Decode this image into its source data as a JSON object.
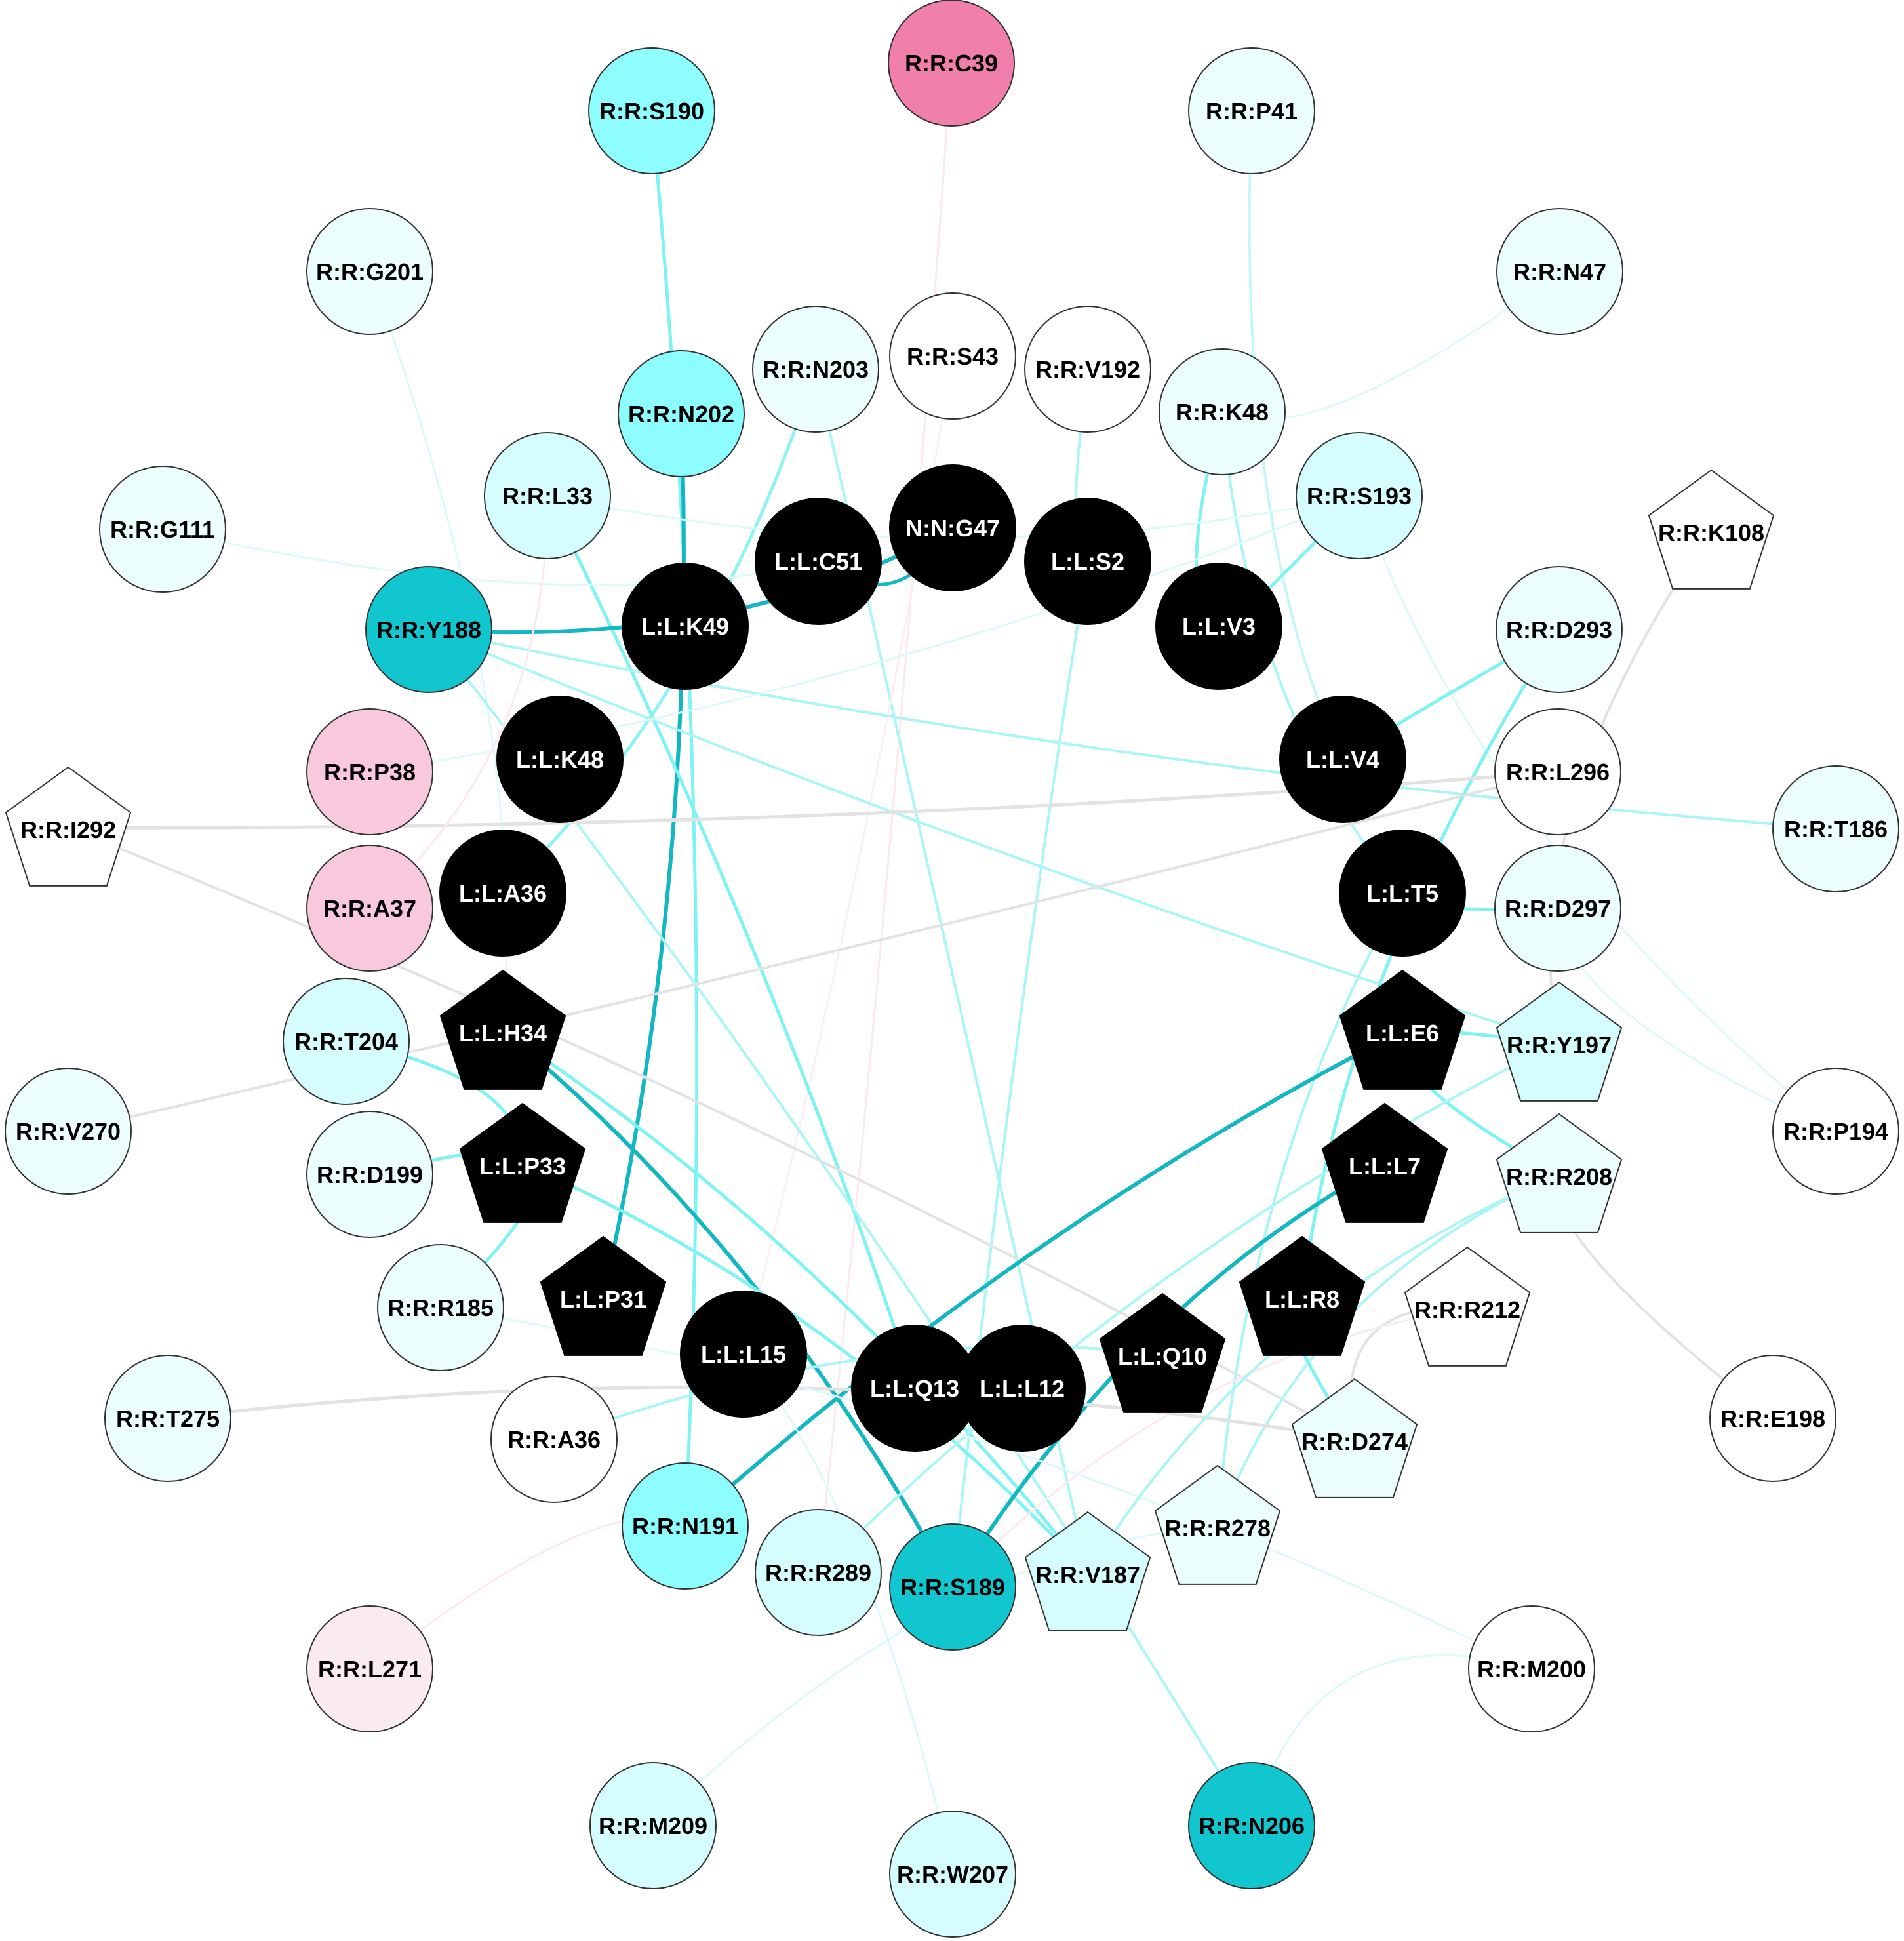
{
  "colors": {
    "ligand_fill": "#000000",
    "ligand_text": "#ffffff",
    "residue_text": "#000000",
    "node_stroke": "#333333",
    "edge_gray": "#e2e2e2"
  },
  "nodes": [
    {
      "id": "R:R:C39",
      "shape": "circle",
      "fill": "#f07fab"
    },
    {
      "id": "R:R:S190",
      "shape": "circle",
      "fill": "#8dfdfd"
    },
    {
      "id": "R:R:P41",
      "shape": "circle",
      "fill": "#ebfdfd"
    },
    {
      "id": "R:R:G201",
      "shape": "circle",
      "fill": "#ebfdfd"
    },
    {
      "id": "R:R:N47",
      "shape": "circle",
      "fill": "#ebfdfd"
    },
    {
      "id": "R:R:N203",
      "shape": "circle",
      "fill": "#ebfdfd"
    },
    {
      "id": "R:R:S43",
      "shape": "circle",
      "fill": "#ffffff"
    },
    {
      "id": "R:R:V192",
      "shape": "circle",
      "fill": "#ffffff"
    },
    {
      "id": "R:R:N202",
      "shape": "circle",
      "fill": "#8dfdfd"
    },
    {
      "id": "R:R:K48",
      "shape": "circle",
      "fill": "#ebfdfd"
    },
    {
      "id": "R:R:L33",
      "shape": "circle",
      "fill": "#d6fdfd"
    },
    {
      "id": "N:N:G47",
      "shape": "circle",
      "fill": "#000000",
      "ligand": true
    },
    {
      "id": "R:R:S193",
      "shape": "circle",
      "fill": "#d6fdfd"
    },
    {
      "id": "R:R:K108",
      "shape": "pentagon",
      "fill": "#ffffff"
    },
    {
      "id": "R:R:G111",
      "shape": "circle",
      "fill": "#ebfdfd"
    },
    {
      "id": "L:L:C51",
      "shape": "circle",
      "fill": "#000000",
      "ligand": true
    },
    {
      "id": "L:L:S2",
      "shape": "circle",
      "fill": "#000000",
      "ligand": true
    },
    {
      "id": "L:L:K49",
      "shape": "circle",
      "fill": "#000000",
      "ligand": true
    },
    {
      "id": "L:L:V3",
      "shape": "circle",
      "fill": "#000000",
      "ligand": true
    },
    {
      "id": "R:R:Y188",
      "shape": "circle",
      "fill": "#12c6cf"
    },
    {
      "id": "R:R:D293",
      "shape": "circle",
      "fill": "#ebfdfd"
    },
    {
      "id": "R:R:P38",
      "shape": "circle",
      "fill": "#f8c8dc"
    },
    {
      "id": "L:L:K48",
      "shape": "circle",
      "fill": "#000000",
      "ligand": true
    },
    {
      "id": "L:L:V4",
      "shape": "circle",
      "fill": "#000000",
      "ligand": true
    },
    {
      "id": "R:R:L296",
      "shape": "circle",
      "fill": "#ffffff"
    },
    {
      "id": "R:R:I292",
      "shape": "pentagon",
      "fill": "#ffffff"
    },
    {
      "id": "R:R:T186",
      "shape": "circle",
      "fill": "#ebfdfd"
    },
    {
      "id": "R:R:A37",
      "shape": "circle",
      "fill": "#f8c8dc"
    },
    {
      "id": "L:L:A36",
      "shape": "circle",
      "fill": "#000000",
      "ligand": true
    },
    {
      "id": "L:L:T5",
      "shape": "circle",
      "fill": "#000000",
      "ligand": true
    },
    {
      "id": "R:R:D297",
      "shape": "circle",
      "fill": "#ebfdfd"
    },
    {
      "id": "L:L:H34",
      "shape": "pentagon",
      "fill": "#000000",
      "ligand": true
    },
    {
      "id": "R:R:T204",
      "shape": "circle",
      "fill": "#d6fdfd"
    },
    {
      "id": "L:L:E6",
      "shape": "pentagon",
      "fill": "#000000",
      "ligand": true
    },
    {
      "id": "R:R:Y197",
      "shape": "pentagon",
      "fill": "#d6fdfd"
    },
    {
      "id": "R:R:V270",
      "shape": "circle",
      "fill": "#ebfdfd"
    },
    {
      "id": "R:R:P194",
      "shape": "circle",
      "fill": "#ffffff"
    },
    {
      "id": "L:L:P33",
      "shape": "pentagon",
      "fill": "#000000",
      "ligand": true
    },
    {
      "id": "R:R:D199",
      "shape": "circle",
      "fill": "#ebfdfd"
    },
    {
      "id": "L:L:L7",
      "shape": "pentagon",
      "fill": "#000000",
      "ligand": true
    },
    {
      "id": "R:R:R208",
      "shape": "pentagon",
      "fill": "#ebfdfd"
    },
    {
      "id": "L:L:P31",
      "shape": "pentagon",
      "fill": "#000000",
      "ligand": true
    },
    {
      "id": "L:L:R8",
      "shape": "pentagon",
      "fill": "#000000",
      "ligand": true
    },
    {
      "id": "R:R:R185",
      "shape": "circle",
      "fill": "#ebfdfd"
    },
    {
      "id": "R:R:R212",
      "shape": "pentagon",
      "fill": "#ffffff"
    },
    {
      "id": "L:L:L15",
      "shape": "circle",
      "fill": "#000000",
      "ligand": true
    },
    {
      "id": "L:L:Q10",
      "shape": "pentagon",
      "fill": "#000000",
      "ligand": true
    },
    {
      "id": "L:L:Q13",
      "shape": "circle",
      "fill": "#000000",
      "ligand": true
    },
    {
      "id": "L:L:L12",
      "shape": "circle",
      "fill": "#000000",
      "ligand": true
    },
    {
      "id": "R:R:T275",
      "shape": "circle",
      "fill": "#ebfdfd"
    },
    {
      "id": "R:R:E198",
      "shape": "circle",
      "fill": "#ffffff"
    },
    {
      "id": "R:R:A36",
      "shape": "circle",
      "fill": "#ffffff"
    },
    {
      "id": "R:R:D274",
      "shape": "pentagon",
      "fill": "#ebfdfd"
    },
    {
      "id": "R:R:N191",
      "shape": "circle",
      "fill": "#8dfdfd"
    },
    {
      "id": "R:R:R278",
      "shape": "pentagon",
      "fill": "#ebfdfd"
    },
    {
      "id": "R:R:R289",
      "shape": "circle",
      "fill": "#d6fdfd"
    },
    {
      "id": "R:R:S189",
      "shape": "circle",
      "fill": "#12c6cf"
    },
    {
      "id": "R:R:V187",
      "shape": "pentagon",
      "fill": "#d6fdfd"
    },
    {
      "id": "R:R:L271",
      "shape": "circle",
      "fill": "#faebf1"
    },
    {
      "id": "R:R:M200",
      "shape": "circle",
      "fill": "#ffffff"
    },
    {
      "id": "R:R:M209",
      "shape": "circle",
      "fill": "#d6fdfd"
    },
    {
      "id": "R:R:N206",
      "shape": "circle",
      "fill": "#12c6cf"
    },
    {
      "id": "R:R:W207",
      "shape": "circle",
      "fill": "#d6fdfd"
    }
  ],
  "edges": [
    {
      "a": "R:R:C39",
      "b": "R:R:R289",
      "color": "#fde8ef",
      "w": 3
    },
    {
      "a": "R:R:S190",
      "b": "R:R:N191",
      "color": "#7ff3f3",
      "w": 5
    },
    {
      "a": "R:R:P41",
      "b": "L:L:V4",
      "color": "#c6f7f7",
      "w": 4
    },
    {
      "a": "R:R:G201",
      "b": "L:L:H34",
      "color": "#dcfafa",
      "w": 3
    },
    {
      "a": "R:R:N47",
      "b": "R:R:K48",
      "color": "#dcfafa",
      "w": 3
    },
    {
      "a": "R:R:N203",
      "b": "L:L:A36",
      "color": "#8ff3f3",
      "w": 5
    },
    {
      "a": "R:R:N203",
      "b": "R:R:V187",
      "color": "#aaf5f5",
      "w": 4
    },
    {
      "a": "R:R:S43",
      "b": "L:L:L15",
      "color": "#fdeef3",
      "w": 3
    },
    {
      "a": "R:R:V192",
      "b": "L:L:S2",
      "color": "#aaf5f5",
      "w": 4
    },
    {
      "a": "R:R:N202",
      "b": "L:L:P31",
      "color": "#12b7c2",
      "w": 6
    },
    {
      "a": "R:R:K48",
      "b": "L:L:V3",
      "color": "#7ff3f3",
      "w": 5
    },
    {
      "a": "R:R:K48",
      "b": "L:L:T5",
      "color": "#aaf5f5",
      "w": 4
    },
    {
      "a": "R:R:L33",
      "b": "L:L:Q13",
      "color": "#7ff3f3",
      "w": 5
    },
    {
      "a": "R:R:L33",
      "b": "R:R:S193",
      "color": "#dcfafa",
      "w": 3
    },
    {
      "a": "N:N:G47",
      "b": "R:R:Y188",
      "color": "#12b7c2",
      "w": 6
    },
    {
      "a": "N:N:G47",
      "b": "L:L:C51",
      "color": "#12b7c2",
      "w": 5
    },
    {
      "a": "R:R:S193",
      "b": "L:L:V3",
      "color": "#7ff3f3",
      "w": 5
    },
    {
      "a": "R:R:S193",
      "b": "R:R:P194",
      "color": "#dcfafa",
      "w": 3
    },
    {
      "a": "R:R:K108",
      "b": "R:R:Y197",
      "color": "#e2e2e2",
      "w": 4
    },
    {
      "a": "R:R:G111",
      "b": "L:L:C51",
      "color": "#dcfafa",
      "w": 3
    },
    {
      "a": "L:L:S2",
      "b": "R:R:S189",
      "color": "#aaf5f5",
      "w": 4
    },
    {
      "a": "R:R:Y188",
      "b": "R:R:T186",
      "color": "#aaf5f5",
      "w": 4
    },
    {
      "a": "R:R:Y188",
      "b": "R:R:Y197",
      "color": "#aaf5f5",
      "w": 4
    },
    {
      "a": "R:R:Y188",
      "b": "R:R:N206",
      "color": "#aaf5f5",
      "w": 4
    },
    {
      "a": "R:R:D293",
      "b": "L:L:V4",
      "color": "#7ff3f3",
      "w": 5
    },
    {
      "a": "R:R:D293",
      "b": "L:L:R8",
      "color": "#7ff3f3",
      "w": 5
    },
    {
      "a": "R:R:P38",
      "b": "R:R:S193",
      "color": "#dcfafa",
      "w": 3
    },
    {
      "a": "R:R:I292",
      "b": "R:R:L296",
      "color": "#e2e2e2",
      "w": 5
    },
    {
      "a": "R:R:I292",
      "b": "R:R:D274",
      "color": "#e2e2e2",
      "w": 4
    },
    {
      "a": "R:R:L296",
      "b": "R:R:V270",
      "color": "#e2e2e2",
      "w": 4
    },
    {
      "a": "R:R:A37",
      "b": "R:R:L33",
      "color": "#fde8ef",
      "w": 3
    },
    {
      "a": "L:L:T5",
      "b": "R:R:D297",
      "color": "#7ff3f3",
      "w": 5
    },
    {
      "a": "L:L:T5",
      "b": "R:R:R278",
      "color": "#aaf5f5",
      "w": 4
    },
    {
      "a": "L:L:H34",
      "b": "R:R:S189",
      "color": "#12b7c2",
      "w": 6
    },
    {
      "a": "L:L:H34",
      "b": "R:R:V187",
      "color": "#7ff3f3",
      "w": 5
    },
    {
      "a": "R:R:T204",
      "b": "L:L:P33",
      "color": "#7ff3f3",
      "w": 5
    },
    {
      "a": "L:L:E6",
      "b": "R:R:Y197",
      "color": "#7ff3f3",
      "w": 5
    },
    {
      "a": "L:L:E6",
      "b": "R:R:R208",
      "color": "#7ff3f3",
      "w": 5
    },
    {
      "a": "L:L:E6",
      "b": "R:R:N191",
      "color": "#12b7c2",
      "w": 6
    },
    {
      "a": "L:L:P33",
      "b": "R:R:R185",
      "color": "#7ff3f3",
      "w": 5
    },
    {
      "a": "L:L:P33",
      "b": "R:R:D199",
      "color": "#7ff3f3",
      "w": 5
    },
    {
      "a": "L:L:P33",
      "b": "R:R:V187",
      "color": "#7ff3f3",
      "w": 5
    },
    {
      "a": "L:L:L7",
      "b": "R:R:S189",
      "color": "#12b7c2",
      "w": 6
    },
    {
      "a": "R:R:Y197",
      "b": "R:R:R289",
      "color": "#aaf5f5",
      "w": 4
    },
    {
      "a": "R:R:R208",
      "b": "R:R:E198",
      "color": "#e2e2e2",
      "w": 4
    },
    {
      "a": "R:R:R208",
      "b": "R:R:R278",
      "color": "#aaf5f5",
      "w": 4
    },
    {
      "a": "L:L:R8",
      "b": "R:R:D274",
      "color": "#7ff3f3",
      "w": 5
    },
    {
      "a": "R:R:R212",
      "b": "R:R:D274",
      "color": "#e2e2e2",
      "w": 4
    },
    {
      "a": "R:R:R212",
      "b": "R:R:S189",
      "color": "#fde8ef",
      "w": 3
    },
    {
      "a": "L:L:Q10",
      "b": "R:R:A36",
      "color": "#aaf5f5",
      "w": 4
    },
    {
      "a": "R:R:T275",
      "b": "R:R:D274",
      "color": "#e2e2e2",
      "w": 5
    },
    {
      "a": "L:L:L15",
      "b": "R:R:W207",
      "color": "#dcfafa",
      "w": 3
    },
    {
      "a": "R:R:L271",
      "b": "R:R:N191",
      "color": "#fde8ef",
      "w": 3
    },
    {
      "a": "R:R:M200",
      "b": "R:R:R185",
      "color": "#dcfafa",
      "w": 3
    },
    {
      "a": "R:R:M209",
      "b": "R:R:R278",
      "color": "#dcfafa",
      "w": 3
    },
    {
      "a": "R:R:N206",
      "b": "R:R:M200",
      "color": "#dcfafa",
      "w": 3
    },
    {
      "a": "R:R:P194",
      "b": "R:R:D297",
      "color": "#dcfafa",
      "w": 3
    },
    {
      "a": "R:R:R208",
      "b": "R:R:V187",
      "color": "#aaf5f5",
      "w": 4
    }
  ]
}
